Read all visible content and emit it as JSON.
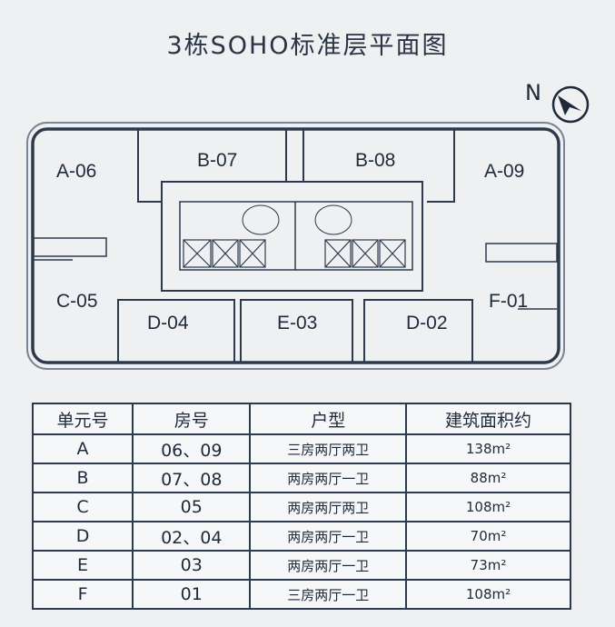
{
  "title": "3栋SOHO标准层平面图",
  "compass": {
    "label": "N",
    "icon": "north-arrow-icon"
  },
  "units": [
    "A-06",
    "B-07",
    "B-08",
    "A-09",
    "C-05",
    "D-04",
    "E-03",
    "D-02",
    "F-01"
  ],
  "table": {
    "headers": [
      "单元号",
      "房号",
      "户型",
      "建筑面积约"
    ],
    "rows": [
      [
        "A",
        "06、09",
        "三房两厅两卫",
        "138m²"
      ],
      [
        "B",
        "07、08",
        "两房两厅一卫",
        "88m²"
      ],
      [
        "C",
        "05",
        "两房两厅两卫",
        "108m²"
      ],
      [
        "D",
        "02、04",
        "两房两厅一卫",
        "70m²"
      ],
      [
        "E",
        "03",
        "两房两厅一卫",
        "73m²"
      ],
      [
        "F",
        "01",
        "三房两厅一卫",
        "108m²"
      ]
    ]
  }
}
